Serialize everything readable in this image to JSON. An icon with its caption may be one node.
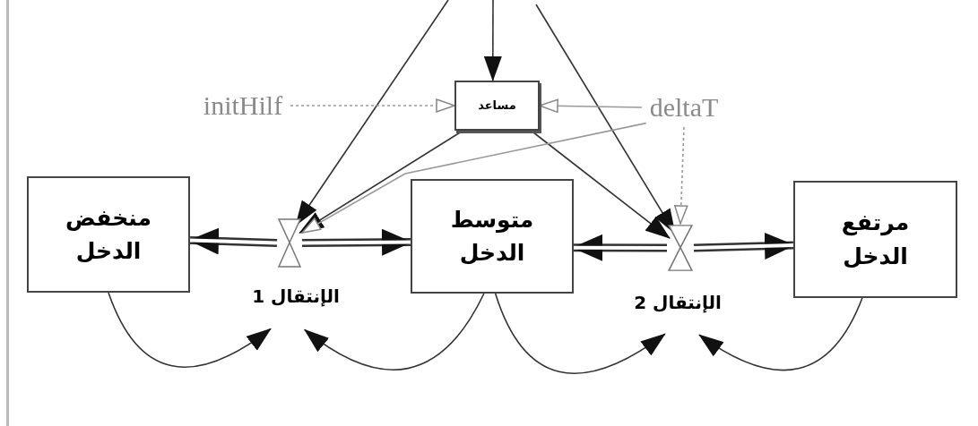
{
  "diagram": {
    "nodes": [
      {
        "text": [
          "منخفض الدخل"
        ]
      },
      {
        "text": [
          "متوسط الدخل"
        ]
      },
      {
        "text": [
          "مرتفع الدخل"
        ]
      },
      {
        "text": [
          "مساعد"
        ]
      },
      {
        "text": [
          "initHilf"
        ]
      },
      {
        "text": [
          "deltaT"
        ]
      },
      {
        "text": [],
        "shape": "hourglass",
        "beside": [
          "الإنتقال 1"
        ]
      },
      {
        "text": [],
        "shape": "hourglass",
        "beside": [
          "الإنتقال 2"
        ]
      }
    ],
    "edges": [
      {
        "from": 6,
        "to": 0,
        "arrow": "to",
        "style": "thick"
      },
      {
        "from": 6,
        "to": 1,
        "arrow": "to",
        "style": "thick"
      },
      {
        "from": 7,
        "to": 1,
        "arrow": "to",
        "style": "thick"
      },
      {
        "from": 7,
        "to": 2,
        "arrow": "to",
        "style": "thick"
      },
      {
        "from": null,
        "to": 3,
        "arrow": "to"
      },
      {
        "from": null,
        "to": 6,
        "arrow": "to"
      },
      {
        "from": null,
        "to": 7,
        "arrow": "to"
      },
      {
        "from": 3,
        "to": 6,
        "arrow": "to"
      },
      {
        "from": 3,
        "to": 7,
        "arrow": "to"
      },
      {
        "from": 4,
        "to": 3,
        "arrow": "to",
        "style": "dashed",
        "color": "#999999"
      },
      {
        "from": 5,
        "to": 3,
        "arrow": "to",
        "color": "#999999"
      },
      {
        "from": 5,
        "to": 6,
        "arrow": "to",
        "color": "#999999"
      },
      {
        "from": 5,
        "to": 7,
        "arrow": "to",
        "style": "dashed",
        "color": "#999999"
      },
      {
        "from": 0,
        "to": 6,
        "arrow": "to"
      },
      {
        "from": 1,
        "to": 6,
        "arrow": "to"
      },
      {
        "from": 1,
        "to": 7,
        "arrow": "to"
      },
      {
        "from": 2,
        "to": 7,
        "arrow": "to"
      }
    ]
  }
}
